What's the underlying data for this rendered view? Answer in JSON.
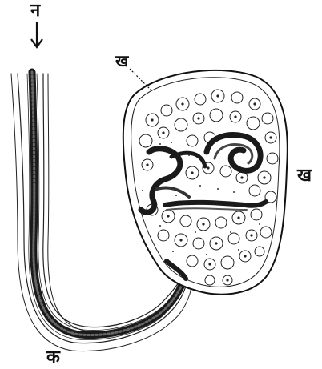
{
  "figure": {
    "labels": {
      "top": "न",
      "upper_right": "ख",
      "right": "ख",
      "bottom": "क"
    }
  },
  "colors": {
    "ink": "#111111",
    "background": "#ffffff",
    "dark_fill": "#1a1a1a",
    "mid_fill": "#444444"
  }
}
